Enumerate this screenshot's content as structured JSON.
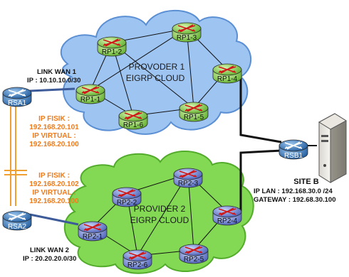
{
  "colors": {
    "cloud1": "#8cb8f0",
    "cloud1_edge": "#5a8fd6",
    "cloud2": "#7fd64a",
    "cloud2_edge": "#4aa625",
    "router_green": "#8fd05a",
    "router_purple": "#5c7fd0",
    "router_blue": "#2f6fb3",
    "orange_text": "#f07a18",
    "orange_line": "#f0a030",
    "link_blue": "#3d5a99"
  },
  "clouds": {
    "provider1": {
      "line1": "PROVODER 1",
      "line2": "EIGRP CLOUD"
    },
    "provider2": {
      "line1": "PROVIDER 2",
      "line2": "EIGRP CLOUD"
    }
  },
  "routers": {
    "rp1_1": "RP1-1",
    "rp1_2": "RP1-2",
    "rp1_3": "RP1-3",
    "rp1_4": "RP1-4",
    "rp1_5": "RP1-5",
    "rp1_6": "RP1-6",
    "rp2_1": "RP2-1",
    "rp2_2": "RP2-2",
    "rp2_3": "RP2-3",
    "rp2_4": "RP2-4",
    "rp2_5": "RP2-5",
    "rp2_6": "RP2-6",
    "rsa1": "RSA1",
    "rsa2": "RSA2",
    "rsb1": "RSB1"
  },
  "links": {
    "wan1_title": "LINK WAN 1",
    "wan1_ip": "IP : 10.10.10.0/30",
    "wan2_title": "LINK WAN 2",
    "wan2_ip": "IP : 20.20.20.0/30"
  },
  "rsa1_info": {
    "fisik_label": "IP FISIK :",
    "fisik_ip": "192.168.20.101",
    "virtual_label": "IP VIRTUAL :",
    "virtual_ip": "192.168.20.100"
  },
  "rsa2_info": {
    "fisik_label": "IP FISIK :",
    "fisik_ip": "192.168.20.102",
    "virtual_label": "IP VIRTUAL :",
    "virtual_ip": "192.168.20.100"
  },
  "site_b": {
    "title": "SITE B",
    "ip_lan": "IP LAN : 192.168.30.0 /24",
    "gateway": "GATEWAY : 192.68.30.100"
  }
}
